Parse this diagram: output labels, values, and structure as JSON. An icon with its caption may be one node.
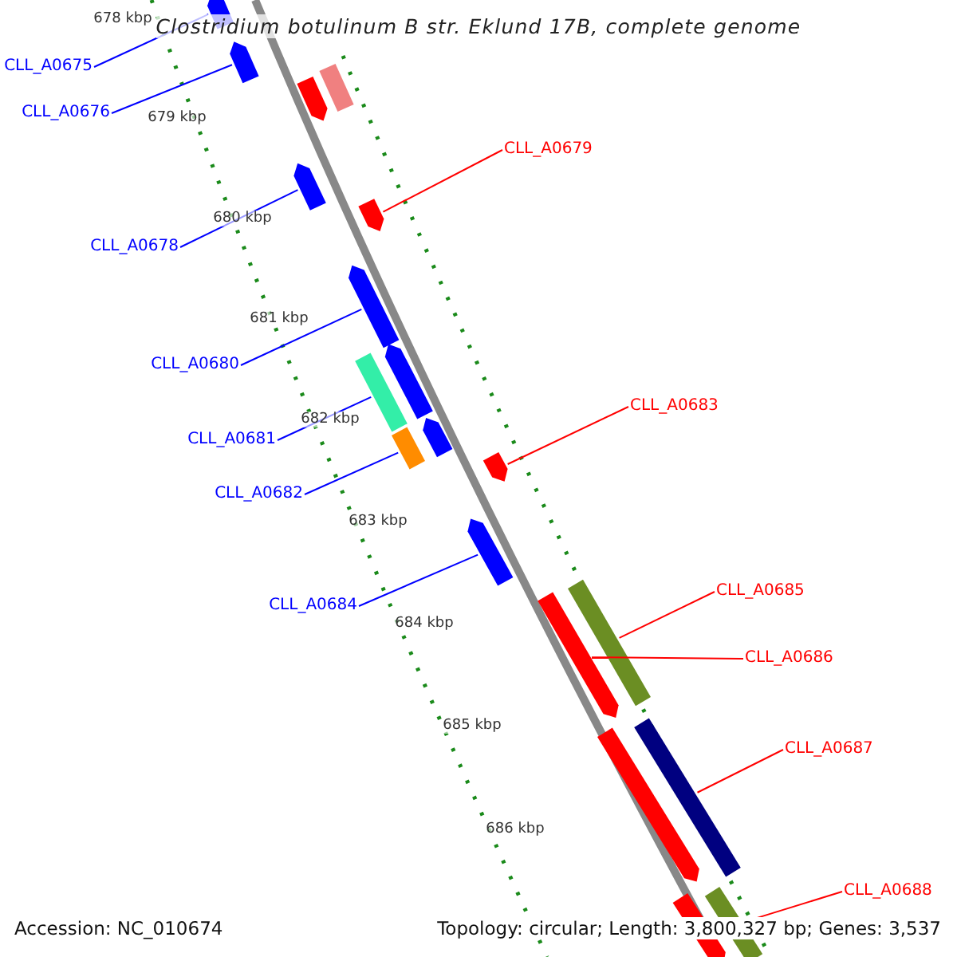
{
  "diagram": {
    "title": "Clostridium botulinum B str. Eklund 17B, complete genome",
    "nodes": [
      {
        "text": [
          "CLL_A0675"
        ]
      },
      {
        "text": [],
        "shape": "bar"
      },
      {
        "text": [
          "CLL_A0676"
        ]
      },
      {
        "text": [],
        "shape": "bar"
      },
      {
        "text": [
          "CLL_A0678"
        ]
      },
      {
        "text": [],
        "shape": "bar"
      },
      {
        "text": [
          "CLL_A0679"
        ]
      },
      {
        "text": [],
        "shape": "bar"
      },
      {
        "text": [
          "CLL_A0680"
        ]
      },
      {
        "text": [],
        "shape": "bar"
      },
      {
        "text": [
          "CLL_A0681"
        ]
      },
      {
        "text": [],
        "shape": "bar"
      },
      {
        "text": [
          "CLL_A0682"
        ]
      },
      {
        "text": [],
        "shape": "bar"
      },
      {
        "text": [
          "CLL_A0683"
        ]
      },
      {
        "text": [],
        "shape": "bar"
      },
      {
        "text": [
          "CLL_A0684"
        ]
      },
      {
        "text": [],
        "shape": "bar"
      },
      {
        "text": [
          "CLL_A0685"
        ]
      },
      {
        "text": [],
        "shape": "bar"
      },
      {
        "text": [
          "CLL_A0686"
        ]
      },
      {
        "text": [],
        "shape": "bar"
      },
      {
        "text": [
          "CLL_A0687"
        ]
      },
      {
        "text": [],
        "shape": "bar"
      },
      {
        "text": [
          "CLL_A0688"
        ]
      },
      {
        "text": [],
        "shape": "bar"
      },
      {
        "text": [],
        "shape": "bar"
      },
      {
        "text": [],
        "shape": "bar"
      },
      {
        "text": [],
        "shape": "bar"
      },
      {
        "text": [],
        "shape": "bar"
      },
      {
        "text": [],
        "shape": "bar"
      },
      {
        "text": [],
        "shape": "bar"
      }
    ],
    "edges": [
      {
        "from": 0,
        "to": 1,
        "arrow": "none"
      },
      {
        "from": 2,
        "to": 3,
        "arrow": "none"
      },
      {
        "from": 4,
        "to": 5,
        "arrow": "none"
      },
      {
        "from": 6,
        "to": 7,
        "arrow": "none",
        "color": "#ff0000"
      },
      {
        "from": 8,
        "to": 9,
        "arrow": "none"
      },
      {
        "from": 10,
        "to": 11,
        "arrow": "none"
      },
      {
        "from": 12,
        "to": 13,
        "arrow": "none"
      },
      {
        "from": 14,
        "to": 15,
        "arrow": "none",
        "color": "#ff0000"
      },
      {
        "from": 16,
        "to": 17,
        "arrow": "none"
      },
      {
        "from": 18,
        "to": 19,
        "arrow": "none",
        "color": "#ff0000"
      },
      {
        "from": 20,
        "to": 21,
        "arrow": "none",
        "color": "#ff0000"
      },
      {
        "from": 22,
        "to": 23,
        "arrow": "none",
        "color": "#ff0000"
      },
      {
        "from": 24,
        "to": 25,
        "arrow": "none",
        "color": "#ff0000"
      }
    ],
    "labels": [
      "678 kbp",
      "679 kbp",
      "680 kbp",
      "681 kbp",
      "682 kbp",
      "683 kbp",
      "684 kbp",
      "685 kbp",
      "686 kbp",
      "Accession: NC_010674",
      "Topology: circular; Length: 3,800,327 bp; Genes: 3,537"
    ]
  }
}
